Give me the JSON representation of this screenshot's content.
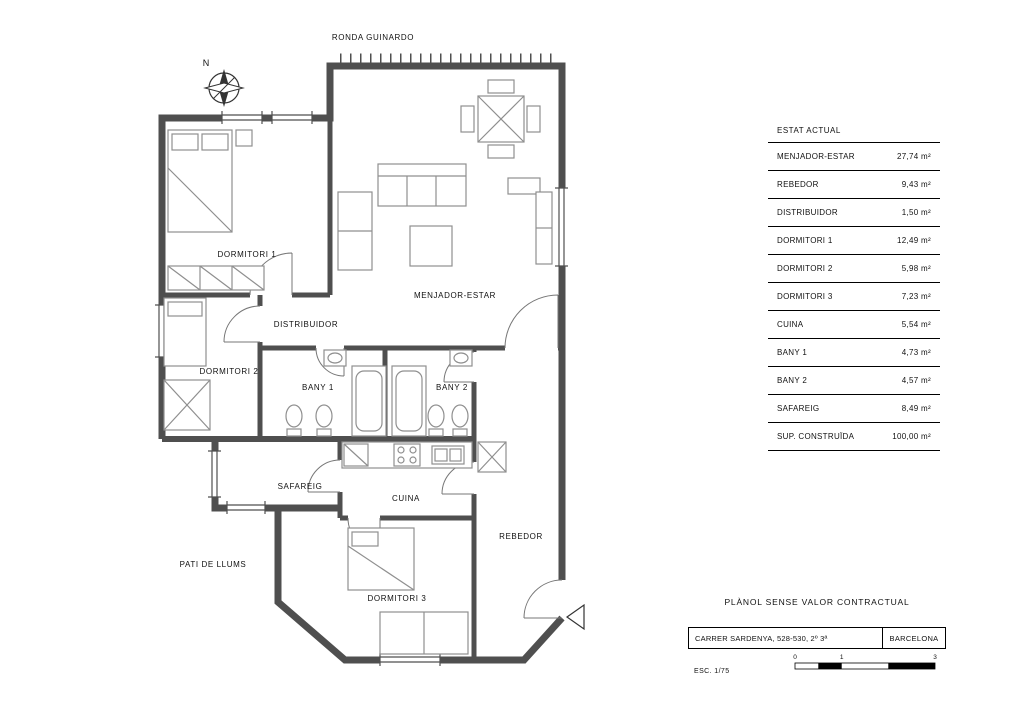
{
  "street_label": "RONDA GUINARDO",
  "compass": {
    "label": "N"
  },
  "colors": {
    "wall": "#4f4f4f",
    "furniture": "#8f8f8f",
    "text": "#111111"
  },
  "plan": {
    "rooms": {
      "menjador_estar": "MENJADOR-ESTAR",
      "distribuidor": "DISTRIBUIDOR",
      "dormitori1": "DORMITORI 1",
      "dormitori2": "DORMITORI 2",
      "dormitori3": "DORMITORI 3",
      "bany1": "BANY 1",
      "bany2": "BANY 2",
      "safareig": "SAFAREIG",
      "cuina": "CUINA",
      "rebedor": "REBEDOR",
      "pati": "PATI DE LLUMS"
    }
  },
  "area_table": {
    "title": "ESTAT ACTUAL",
    "rows": [
      {
        "label": "MENJADOR-ESTAR",
        "value": "27,74 m²"
      },
      {
        "label": "REBEDOR",
        "value": "9,43 m²"
      },
      {
        "label": "DISTRIBUIDOR",
        "value": "1,50 m²"
      },
      {
        "label": "DORMITORI 1",
        "value": "12,49 m²"
      },
      {
        "label": "DORMITORI 2",
        "value": "5,98 m²"
      },
      {
        "label": "DORMITORI 3",
        "value": "7,23 m²"
      },
      {
        "label": "CUINA",
        "value": "5,54 m²"
      },
      {
        "label": "BANY 1",
        "value": "4,73 m²"
      },
      {
        "label": "BANY 2",
        "value": "4,57 m²"
      },
      {
        "label": "SAFAREIG",
        "value": "8,49 m²"
      },
      {
        "label": "SUP. CONSTRUÏDA",
        "value": "100,00 m²"
      }
    ]
  },
  "footer": {
    "disclaimer": "PLÀNOL SENSE VALOR CONTRACTUAL",
    "address": "CARRER SARDENYA, 528-530, 2º 3ª",
    "city": "BARCELONA",
    "scale_label": "ESC. 1/75",
    "scale_ticks": [
      "0",
      "1",
      "3"
    ]
  }
}
